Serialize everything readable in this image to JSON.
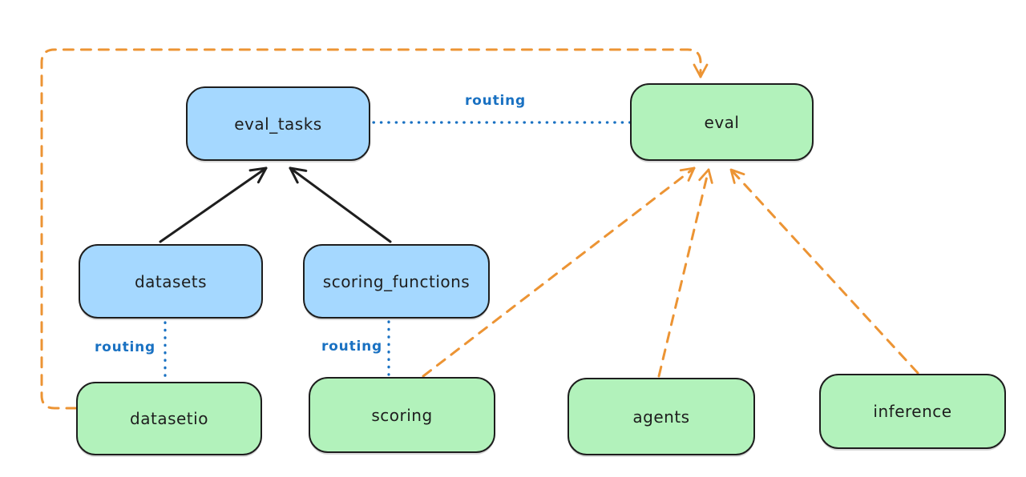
{
  "colors": {
    "background": "#ffffff",
    "node_stroke": "#1e1e1e",
    "text": "#1e1e1e",
    "blue_fill": "#a5d8ff",
    "green_fill": "#b2f2bb",
    "routing_label": "#1971c2",
    "orange_dashed": "#ec9434",
    "black_arrow": "#1e1e1e"
  },
  "diagram": {
    "nodes": [
      {
        "id": "eval_tasks",
        "label": "eval_tasks",
        "fill": "blue"
      },
      {
        "id": "eval",
        "label": "eval",
        "fill": "green"
      },
      {
        "id": "datasets",
        "label": "datasets",
        "fill": "blue"
      },
      {
        "id": "scoring_functions",
        "label": "scoring_functions",
        "fill": "blue"
      },
      {
        "id": "datasetio",
        "label": "datasetio",
        "fill": "green"
      },
      {
        "id": "scoring",
        "label": "scoring",
        "fill": "green"
      },
      {
        "id": "agents",
        "label": "agents",
        "fill": "green"
      },
      {
        "id": "inference",
        "label": "inference",
        "fill": "green"
      }
    ],
    "edge_labels": [
      {
        "id": "routing-eval_tasks-eval",
        "text": "routing"
      },
      {
        "id": "routing-datasets-datasetio",
        "text": "routing"
      },
      {
        "id": "routing-scoring_functions-scoring",
        "text": "routing"
      }
    ],
    "edges": [
      {
        "from": "datasets",
        "to": "eval_tasks",
        "style": "solid",
        "color": "black",
        "arrow": true
      },
      {
        "from": "scoring_functions",
        "to": "eval_tasks",
        "style": "solid",
        "color": "black",
        "arrow": true
      },
      {
        "from": "eval_tasks",
        "to": "eval",
        "style": "dotted",
        "color": "blue",
        "arrow": false,
        "label": "routing"
      },
      {
        "from": "datasets",
        "to": "datasetio",
        "style": "dotted",
        "color": "blue",
        "arrow": false,
        "label": "routing"
      },
      {
        "from": "scoring_functions",
        "to": "scoring",
        "style": "dotted",
        "color": "blue",
        "arrow": false,
        "label": "routing"
      },
      {
        "from": "datasetio",
        "to": "eval",
        "style": "dashed",
        "color": "orange",
        "arrow": true
      },
      {
        "from": "scoring",
        "to": "eval",
        "style": "dashed",
        "color": "orange",
        "arrow": true
      },
      {
        "from": "agents",
        "to": "eval",
        "style": "dashed",
        "color": "orange",
        "arrow": true
      },
      {
        "from": "inference",
        "to": "eval",
        "style": "dashed",
        "color": "orange",
        "arrow": true
      }
    ]
  }
}
